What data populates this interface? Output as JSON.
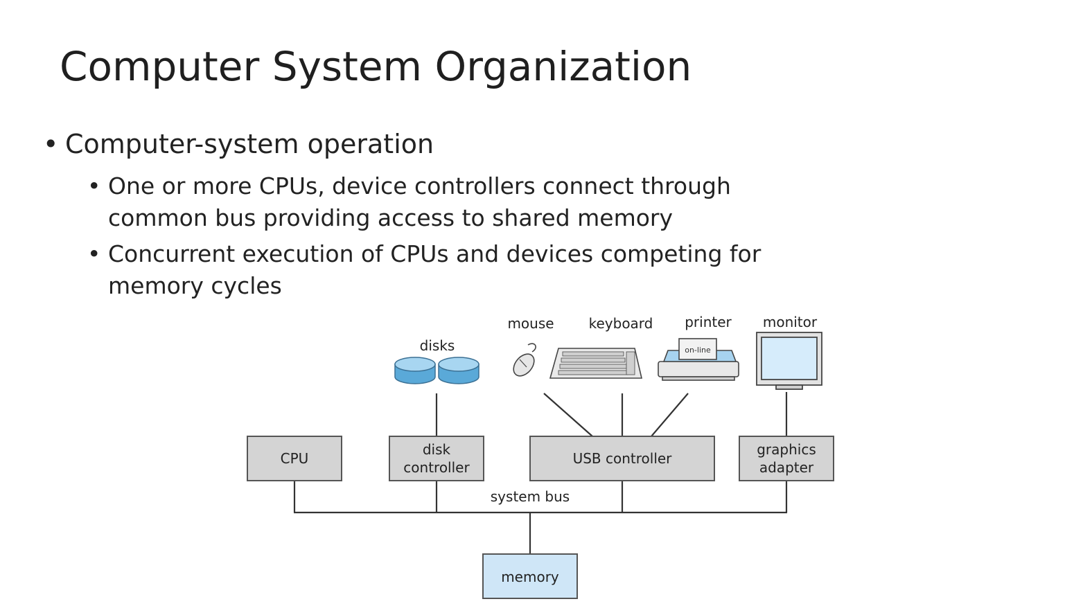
{
  "slide": {
    "title": "Computer System Organization",
    "bullets": [
      {
        "text": "Computer-system operation",
        "sub": [
          {
            "line1": "One or more CPUs, device controllers connect through",
            "line2": "common bus providing access to shared memory"
          },
          {
            "line1": "Concurrent execution of CPUs and devices competing for",
            "line2": "memory cycles"
          }
        ]
      }
    ]
  },
  "diagram": {
    "devices": {
      "disks": "disks",
      "mouse": "mouse",
      "keyboard": "keyboard",
      "printer": "printer",
      "printer_panel": "on-line",
      "monitor": "monitor"
    },
    "boxes": {
      "cpu": "CPU",
      "disk_controller_l1": "disk",
      "disk_controller_l2": "controller",
      "usb_controller": "USB controller",
      "graphics_adapter_l1": "graphics",
      "graphics_adapter_l2": "adapter",
      "memory": "memory"
    },
    "bus_label": "system bus",
    "colors": {
      "controller_box": "#d4d4d4",
      "memory_box": "#cfe6f7",
      "disk_fill": "#7fc0e6",
      "screen_fill": "#d6ecfb"
    }
  }
}
